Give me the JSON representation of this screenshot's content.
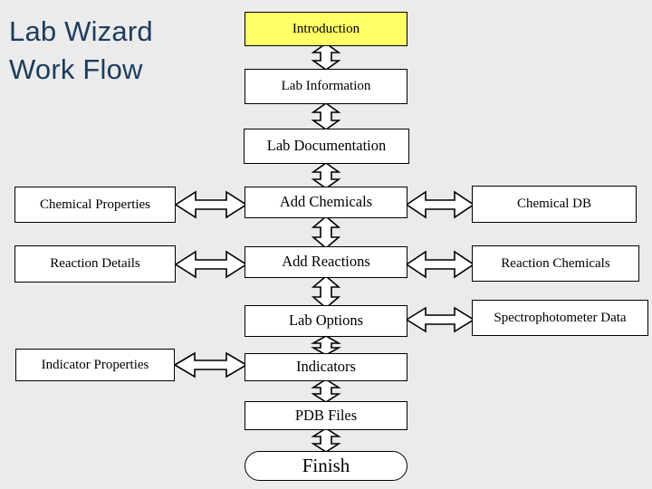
{
  "page": {
    "background_color": "#ebebeb",
    "title": "Lab Wizard\nWork Flow",
    "title_color": "#1c3c5e"
  },
  "diagram": {
    "type": "flowchart",
    "accent_color": "#ffff66",
    "node_fill": "#ffffff",
    "node_border": "#000000",
    "nodes": {
      "introduction": "Introduction",
      "lab_information": "Lab Information",
      "lab_documentation": "Lab Documentation",
      "chemical_properties": "Chemical Properties",
      "add_chemicals": "Add Chemicals",
      "chemical_db": "Chemical DB",
      "reaction_details": "Reaction Details",
      "add_reactions": "Add Reactions",
      "reaction_chemicals": "Reaction Chemicals",
      "lab_options": "Lab Options",
      "spectrophotometer_data": "Spectrophotometer Data",
      "indicator_properties": "Indicator Properties",
      "indicators": "Indicators",
      "pdb_files": "PDB Files",
      "finish": "Finish"
    },
    "connectors": [
      {
        "id": "introduction-lab-information",
        "orientation": "vertical",
        "style": "double-arrow"
      },
      {
        "id": "lab-information-lab-documentation",
        "orientation": "vertical",
        "style": "double-arrow"
      },
      {
        "id": "lab-documentation-add-chemicals",
        "orientation": "vertical",
        "style": "double-arrow"
      },
      {
        "id": "add-chemicals-add-reactions",
        "orientation": "vertical",
        "style": "double-arrow"
      },
      {
        "id": "add-reactions-lab-options",
        "orientation": "vertical",
        "style": "double-arrow"
      },
      {
        "id": "lab-options-indicators",
        "orientation": "vertical",
        "style": "double-arrow"
      },
      {
        "id": "indicators-pdb-files",
        "orientation": "vertical",
        "style": "double-arrow"
      },
      {
        "id": "pdb-files-finish",
        "orientation": "vertical",
        "style": "double-arrow"
      },
      {
        "id": "chemical-properties-add-chemicals",
        "orientation": "horizontal",
        "style": "double-arrow"
      },
      {
        "id": "add-chemicals-chemical-db",
        "orientation": "horizontal",
        "style": "double-arrow"
      },
      {
        "id": "reaction-details-add-reactions",
        "orientation": "horizontal",
        "style": "double-arrow"
      },
      {
        "id": "add-reactions-reaction-chemicals",
        "orientation": "horizontal",
        "style": "double-arrow"
      },
      {
        "id": "lab-options-spectrophotometer-data",
        "orientation": "horizontal",
        "style": "double-arrow"
      },
      {
        "id": "indicator-properties-indicators",
        "orientation": "horizontal",
        "style": "double-arrow"
      }
    ]
  }
}
